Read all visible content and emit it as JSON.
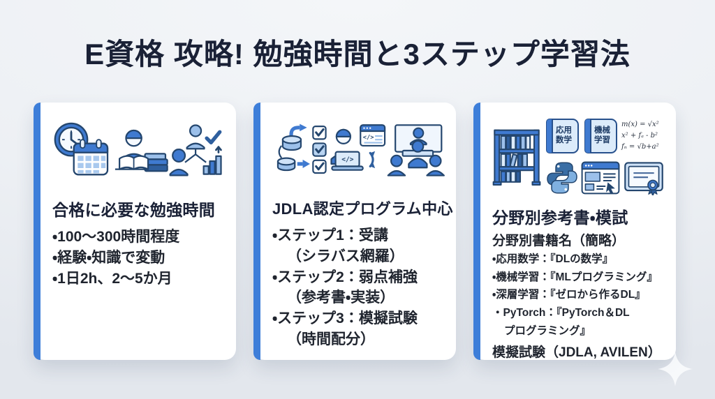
{
  "title": "E資格 攻略! 勉強時間と3ステップ学習法",
  "colors": {
    "accent": "#3d7ed9",
    "title_text": "#1a2136",
    "body_text": "#1f242e",
    "background_top": "#f4f6f9",
    "background_bottom": "#e3e7ed",
    "icon_blue": "#3f7ad0",
    "icon_light": "#9cc0ea",
    "icon_outline": "#24466e"
  },
  "cards": [
    {
      "heading": "合格に必要な勉強時間",
      "bullets": [
        "・100〜300時間程度",
        "・経験・知識で変動",
        "・1日2h、2〜5か月"
      ]
    },
    {
      "heading": "JDLA認定プログラム中心",
      "bullets": [
        "・ステップ1：受講",
        "（シラバス網羅）",
        "・ステップ2：弱点補強",
        "（参考書・実装）",
        "・ステップ3：模擬試験",
        "（時間配分）"
      ]
    },
    {
      "heading": "分野別参考書・模試",
      "subheading": "分野別書籍名（簡略）",
      "bullets": [
        "・応用数学：『DLの数学』",
        "・機械学習：『MLプログラミング』",
        "・深層学習：『ゼロから作るDL』",
        "・PyTorch：『PyTorch＆DL",
        "プログラミング』"
      ],
      "footer": "模擬試験（JDLA, AVILEN）",
      "book_labels": [
        "応用数学",
        "機械学習"
      ],
      "formulas": [
        "m(x) = √x²",
        "x² + fₐ - b²",
        "fₙ = √b+a²"
      ]
    }
  ],
  "icons": {
    "card1": [
      "clock-calendar-icon",
      "reading-books-icon",
      "mentor-check-chart-icon"
    ],
    "card2": [
      "data-checklist-icon",
      "coding-person-icon",
      "classroom-icon"
    ],
    "card3": [
      "bookshelf-icon",
      "applied-math-book-icon",
      "ml-book-icon",
      "math-formulas-icon",
      "python-icon",
      "browser-icon",
      "certificate-icon"
    ],
    "decor": [
      "sparkle-icon"
    ]
  }
}
